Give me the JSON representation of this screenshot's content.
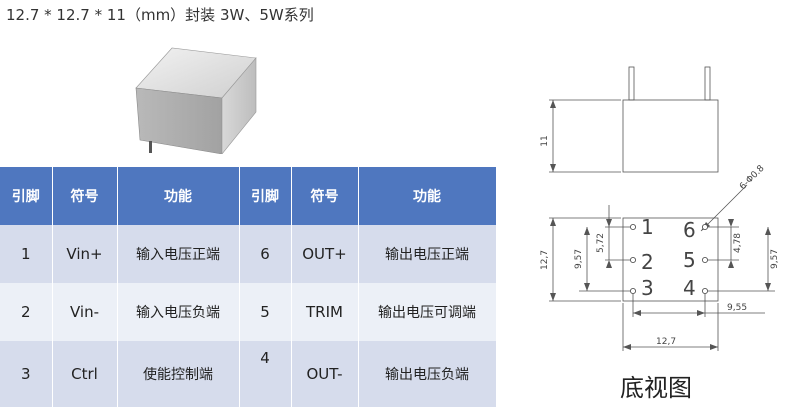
{
  "title": "12.7 * 12.7 * 11（mm）封装 3W、5W系列",
  "table": {
    "headers": [
      "引脚",
      "符号",
      "功能",
      "引脚",
      "符号",
      "功能"
    ],
    "rows": [
      {
        "pin_left": "1",
        "sym_left": "Vin+",
        "func_left": "输入电压正端",
        "pin_right": "6",
        "sym_right": "OUT+",
        "func_right": "输出电压正端"
      },
      {
        "pin_left": "2",
        "sym_left": "Vin-",
        "func_left": "输入电压负端",
        "pin_right": "5",
        "sym_right": "TRIM",
        "func_right": "输出电压可调端"
      },
      {
        "pin_left": "3",
        "sym_left": "Ctrl",
        "func_left": "使能控制端",
        "pin_right": "4",
        "sym_right": "OUT-",
        "func_right": "输出电压负端"
      }
    ],
    "colors": {
      "header_bg": "#4f77bf",
      "row_dark": "#d6dcec",
      "row_light": "#ecf0f7"
    }
  },
  "side_view": {
    "height_label": "11"
  },
  "bottom_view": {
    "pin_hole_label": "6-Φ0.8",
    "pin_numbers": {
      "p1": "1",
      "p2": "2",
      "p3": "3",
      "p4": "4",
      "p5": "5",
      "p6": "6"
    },
    "dim_height_outer": "12,7",
    "dim_height_pins_left": "9,57",
    "dim_pin_spacing_left": "5,72",
    "dim_pin_spacing_right": "4,78",
    "dim_height_pins_right": "9,57",
    "dim_pin_row_distance": "9,55",
    "dim_width": "12,7"
  },
  "caption": "底视图"
}
